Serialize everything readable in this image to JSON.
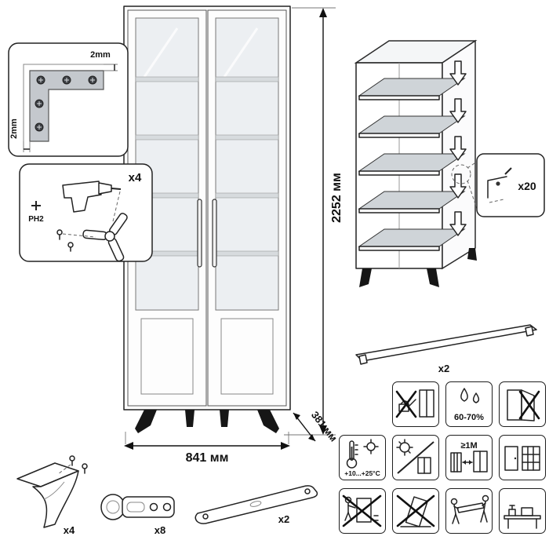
{
  "dimensions": {
    "height": "2252 мм",
    "width": "841 мм",
    "depth": "381 мм"
  },
  "corner_bracket_detail": {
    "top_offset": "2mm",
    "side_offset": "2mm"
  },
  "drill_detail": {
    "quantity": "x4",
    "bit": "PH2"
  },
  "shelf_fastener_detail": {
    "quantity": "x20"
  },
  "handle_detail": {
    "quantity": "x2"
  },
  "leg_detail": {
    "quantity": "x4"
  },
  "hinge_detail": {
    "quantity": "x8"
  },
  "brace_detail": {
    "quantity": "x2"
  },
  "care_icons": [
    {
      "name": "no-wet-cleaning"
    },
    {
      "name": "humidity-range",
      "label": "60-70%"
    },
    {
      "name": "no-door-lean"
    },
    {
      "name": "temperature-range",
      "label": "+10...+25°C"
    },
    {
      "name": "avoid-sunlight"
    },
    {
      "name": "heat-source-distance",
      "label": "≥1M"
    },
    {
      "name": "window-distance"
    },
    {
      "name": "no-dragging"
    },
    {
      "name": "no-tilting"
    },
    {
      "name": "carry-two-people"
    },
    {
      "name": "assembly-surface"
    }
  ]
}
